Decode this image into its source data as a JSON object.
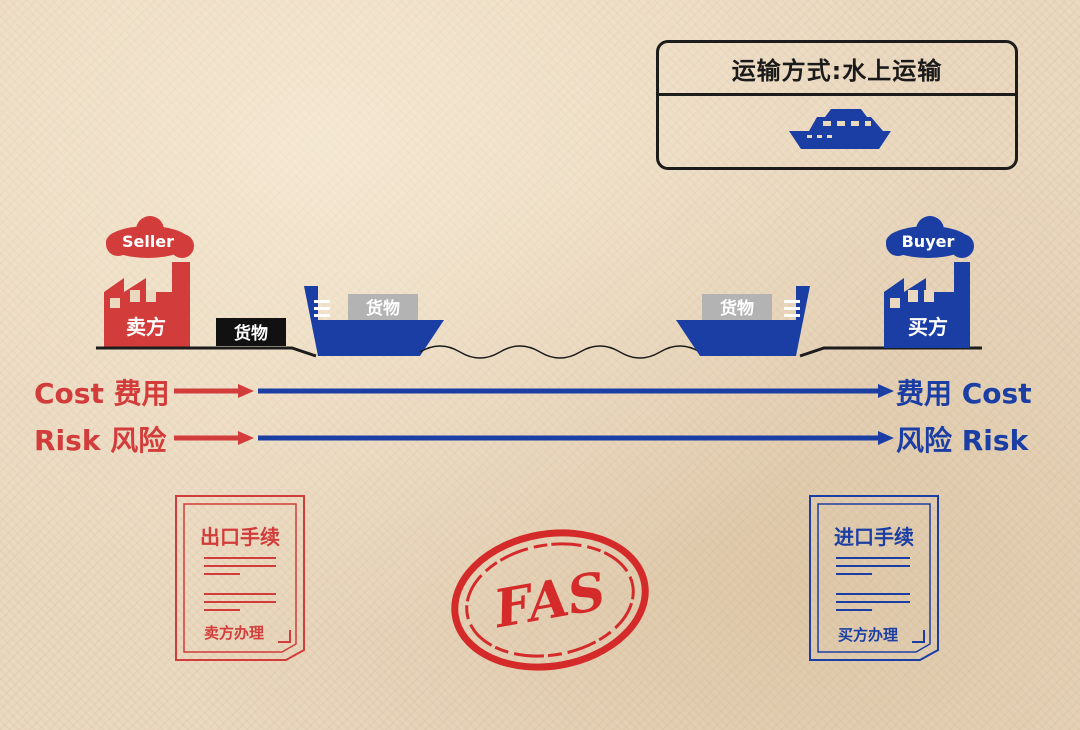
{
  "transport": {
    "title": "运输方式:水上运输",
    "icon": "ship-icon"
  },
  "seller": {
    "cloud_label": "Seller",
    "building_label": "卖方",
    "color": "#d23c3a"
  },
  "buyer": {
    "cloud_label": "Buyer",
    "building_label": "买方",
    "color": "#1b3ea4"
  },
  "goods": {
    "dock_label": "货物",
    "ship_left_label": "货物",
    "ship_right_label": "货物"
  },
  "cost": {
    "left_label": "Cost 费用",
    "right_label": "费用 Cost"
  },
  "risk": {
    "left_label": "Risk 风险",
    "right_label": "风险 Risk"
  },
  "export_doc": {
    "title": "出口手续",
    "footer": "卖方办理"
  },
  "import_doc": {
    "title": "进口手续",
    "footer": "买方办理"
  },
  "stamp": {
    "text": "FAS",
    "color": "#d42a2a"
  }
}
